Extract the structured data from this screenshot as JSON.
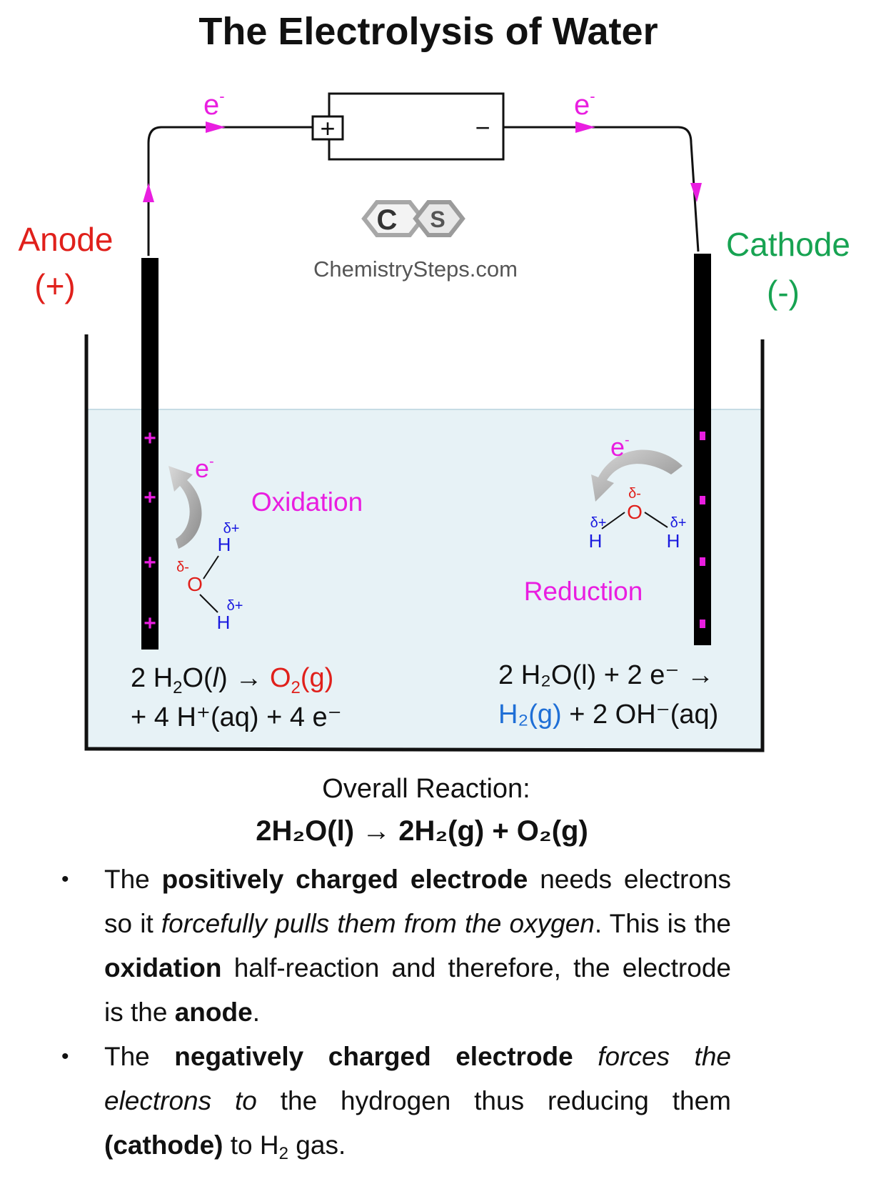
{
  "title": "The Electrolysis of Water",
  "electron_symbol": "e",
  "electron_superscript": "-",
  "battery": {
    "positive": "+",
    "negative": "−"
  },
  "watermark": {
    "logo_c": "C",
    "logo_s": "S",
    "site": "ChemistrySteps.com"
  },
  "anode": {
    "label": "Anode",
    "sign": "(+)",
    "color": "#e0201b",
    "charge_marks": "+"
  },
  "cathode": {
    "label": "Cathode",
    "sign": "(-)",
    "color": "#17a352",
    "charge_marks": "-"
  },
  "colors": {
    "magenta": "#e91ee0",
    "blue": "#1a1adf",
    "red": "#e0201b",
    "h2_blue": "#1f6fd6",
    "solution": "#e7f2f6"
  },
  "oxidation": {
    "label": "Oxidation",
    "molecule": {
      "oxygen": "O",
      "hydrogen": "H",
      "delta_minus": "δ-",
      "delta_plus": "δ+"
    },
    "equation": {
      "line1_prefix": "2 H",
      "line1_sub": "2",
      "line1_mid": "O(",
      "line1_state": "l",
      "line1_arrow": ") → ",
      "product": "O",
      "product_sub": "2",
      "product_state": "(g)",
      "line2": "+ 4 H⁺(aq) + 4 e⁻"
    }
  },
  "reduction": {
    "label": "Reduction",
    "molecule": {
      "oxygen": "O",
      "hydrogen": "H",
      "delta_minus": "δ-",
      "delta_plus": "δ+"
    },
    "equation": {
      "line1": "2 H₂O(l) + 2 e⁻ →",
      "product": "H₂(g)",
      "line2_rest": " + 2 OH⁻(aq)"
    }
  },
  "overall": {
    "label": "Overall Reaction:",
    "equation": "2H₂O(l) → 2H₂(g) + O₂(g)"
  },
  "bullets": [
    {
      "parts": [
        "The ",
        "positively charged electrode",
        " needs electrons so it ",
        "forcefully pulls them from the oxygen",
        ". This is the ",
        "oxidation",
        " half-reaction and therefore, the electrode is the ",
        "anode",
        "."
      ]
    },
    {
      "parts": [
        "The ",
        "negatively charged electrode",
        " ",
        "forces the electrons to",
        " the hydrogen thus reducing them ",
        "(cathode)",
        " to H",
        "2",
        " gas."
      ]
    }
  ],
  "bullet_symbol": "•"
}
